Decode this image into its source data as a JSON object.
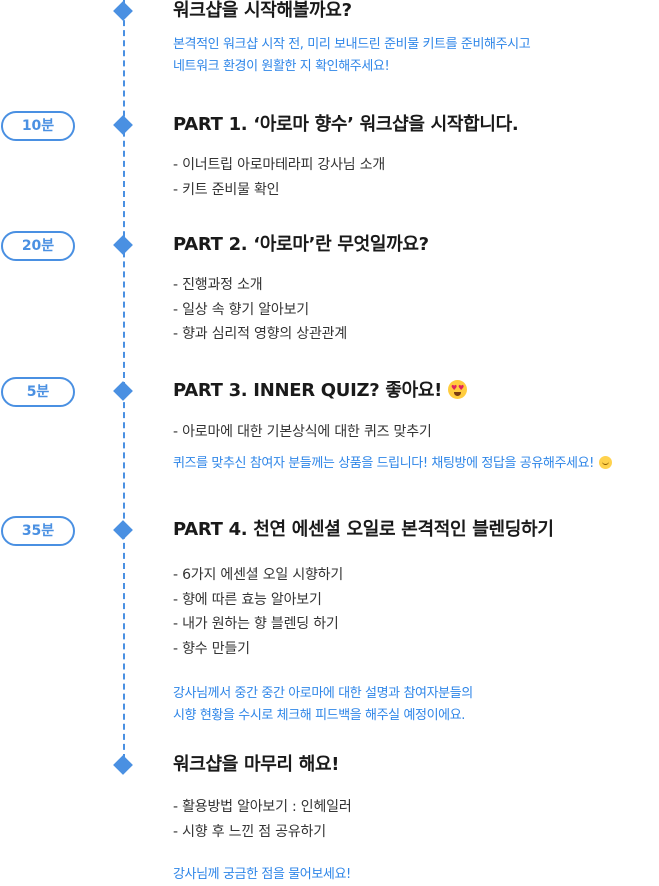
{
  "intro": {
    "title": "워크샵을 시작해볼까요?",
    "notes": [
      "본격적인 워크샵 시작 전, 미리 보내드린 준비물 키트를 준비해주시고",
      "네트워크 환경이 원활한 지 확인해주세요!"
    ]
  },
  "part1": {
    "duration": "10분",
    "title": "PART 1. ‘아로마 향수’ 워크샵을 시작합니다.",
    "items": [
      "- 이너트립 아로마테라피 강사님 소개",
      "- 키트 준비물 확인"
    ]
  },
  "part2": {
    "duration": "20분",
    "title": "PART 2. ‘아로마’란 무엇일까요?",
    "items": [
      "- 진행과정 소개",
      "- 일상 속 향기 알아보기",
      "- 향과 심리적 영향의 상관관계"
    ]
  },
  "part3": {
    "duration": "5분",
    "title": "PART 3. INNER QUIZ? 좋아요!",
    "title_emoji": "heart-eyes-emoji",
    "items": [
      "- 아로마에 대한 기본상식에 대한 퀴즈 맞추기"
    ],
    "note": "퀴즈를 맞추신 참여자 분들께는 상품을 드립니다! 채팅방에 정답을 공유해주세요!",
    "note_emoji": "smile-emoji"
  },
  "part4": {
    "duration": "35분",
    "title": "PART 4. 천연 에센셜 오일로 본격적인 블렌딩하기",
    "items": [
      "- 6가지 에센셜 오일 시향하기",
      "- 향에 따른 효능 알아보기",
      "- 내가 원하는 향 블렌딩 하기",
      "- 향수 만들기"
    ],
    "notes": [
      "강사님께서 중간 중간 아로마에 대한 설명과 참여자분들의",
      "시향 현황을 수시로 체크해 피드백을 해주실 예정이에요."
    ]
  },
  "outro": {
    "title": "워크샵을 마무리 해요!",
    "items": [
      "- 활용방법 알아보기 : 인헤일러",
      "- 시향 후 느낀 점 공유하기"
    ],
    "note": "강사님께 궁금한 점을 물어보세요!"
  },
  "colors": {
    "accent": "#4a90e2",
    "note_text": "#2f86e8",
    "title_text": "#1a1a1a",
    "body_text": "#333333"
  }
}
